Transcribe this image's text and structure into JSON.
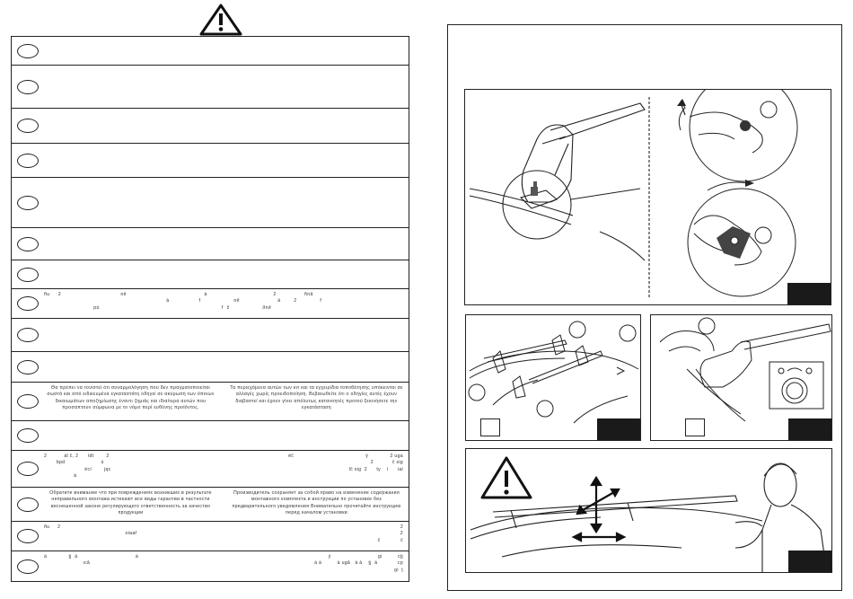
{
  "left": {
    "rows": [
      {
        "h": "",
        "left": "",
        "right": ""
      },
      {
        "h": "",
        "left": "",
        "right": ""
      },
      {
        "h": "",
        "left": "",
        "right": ""
      },
      {
        "h": "",
        "left": "",
        "right": ""
      },
      {
        "h": "",
        "left": "",
        "right": ""
      },
      {
        "h": "",
        "left": "",
        "right": ""
      },
      {
        "h": "",
        "left": "",
        "right": ""
      },
      {
        "h": "",
        "left": "ñu     2                                    nê                                               à                                        2                 ñnå\n                                                                          à                  f                    nê                       à        2              f\n                              pú                                                                          f  ž                    ðnê",
        "right": ""
      },
      {
        "h": "",
        "left": "",
        "right": ""
      },
      {
        "h": "",
        "left": "",
        "right": ""
      },
      {
        "h": "",
        "left": "Θα πρέπει να τονιστεί ότι συναρμολόγηση που δεν πραγματοποιείται σωστά και από ειδικευμένα εγκαταστάτη οδηγεί σε ακύρωση των όποιων δικαιωμάτων αποζημίωσης έναντι ζημιάς και ιδιαίτερα αυτών που προσαπτουν σύμφωνα με το νόμο περί ευθύνης προϊόντος.",
        "right": "Τα περιεχόμενα αυτών των κιτ και τα εγχειρίδια τοποθέτησης υπόκεινται σε αλλαγές χωρίς προειδοποίηση. Βεβαιωθείτε ότι ο οδηγίες αυτές έχουν διαβαστεί και έχουν γίνει απόλυτως κατανοητές προτού ξεκινήσετε την εγκατάσταση"
      },
      {
        "h": "",
        "left": "",
        "right": ""
      },
      {
        "h": "",
        "left": "2           ál č, 2      ídt        2\n        bpd                       ú\n                          ëcí        jqc\n                   à",
        "right": "ëč                                              ý              2 uga\n                                                   2            č sig\nlč sig  2      ty    l      ial"
      },
      {
        "h": "",
        "left": "Обратите внимание  что при повреждениях  возникших в результате неправильного монтажа  истекают все виды гарантии  в частности веснешенной законе  регулирующего ответственность за качество продукции",
        "right": "Производитель сохраняет за собой право на изменение содержания монтажного комплекта и инструкции по установке без предварительного уведомления  Внимательно прочитайте инструкцию  перед началом установки"
      },
      {
        "h": "",
        "left": "ñu     2\n                                                    oiaař",
        "right": "2\n                                  2\n               č             č"
      },
      {
        "h": "",
        "left": "à              ţj  à                                     à\n                         ιcă",
        "right": "ý                              gi          cţj\n        à à          à ugă   à à    ţj  à             cp\n               gi  ţ"
      }
    ]
  }
}
